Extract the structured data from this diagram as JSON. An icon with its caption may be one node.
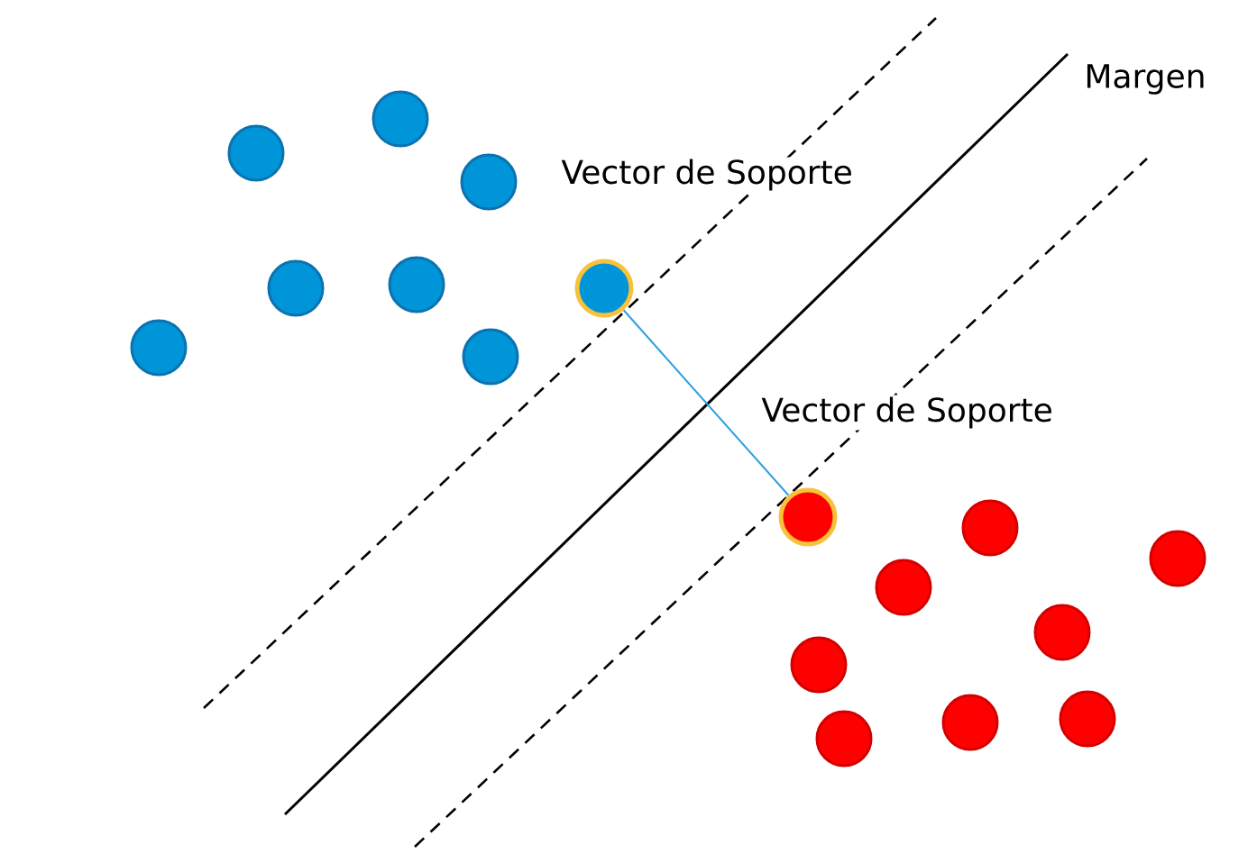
{
  "diagram": {
    "nodes": [
      {
        "text": [],
        "shape": "circle"
      },
      {
        "text": [],
        "shape": "circle"
      },
      {
        "text": [],
        "shape": "circle"
      },
      {
        "text": [],
        "shape": "circle"
      },
      {
        "text": [],
        "shape": "circle"
      },
      {
        "text": [],
        "shape": "circle"
      },
      {
        "text": [],
        "shape": "circle"
      },
      {
        "text": [],
        "shape": "circle"
      },
      {
        "text": [],
        "shape": "circle"
      },
      {
        "text": [],
        "shape": "circle"
      },
      {
        "text": [],
        "shape": "circle"
      },
      {
        "text": [],
        "shape": "circle"
      },
      {
        "text": [],
        "shape": "circle"
      },
      {
        "text": [],
        "shape": "circle"
      },
      {
        "text": [],
        "shape": "circle"
      },
      {
        "text": [],
        "shape": "circle"
      },
      {
        "text": [],
        "shape": "circle"
      }
    ],
    "edges": [
      {
        "from": 5,
        "to": 8,
        "arrow": "none"
      }
    ],
    "labels": [
      "Margen",
      "Vector de Soporte",
      "Vector de Soporte"
    ]
  }
}
